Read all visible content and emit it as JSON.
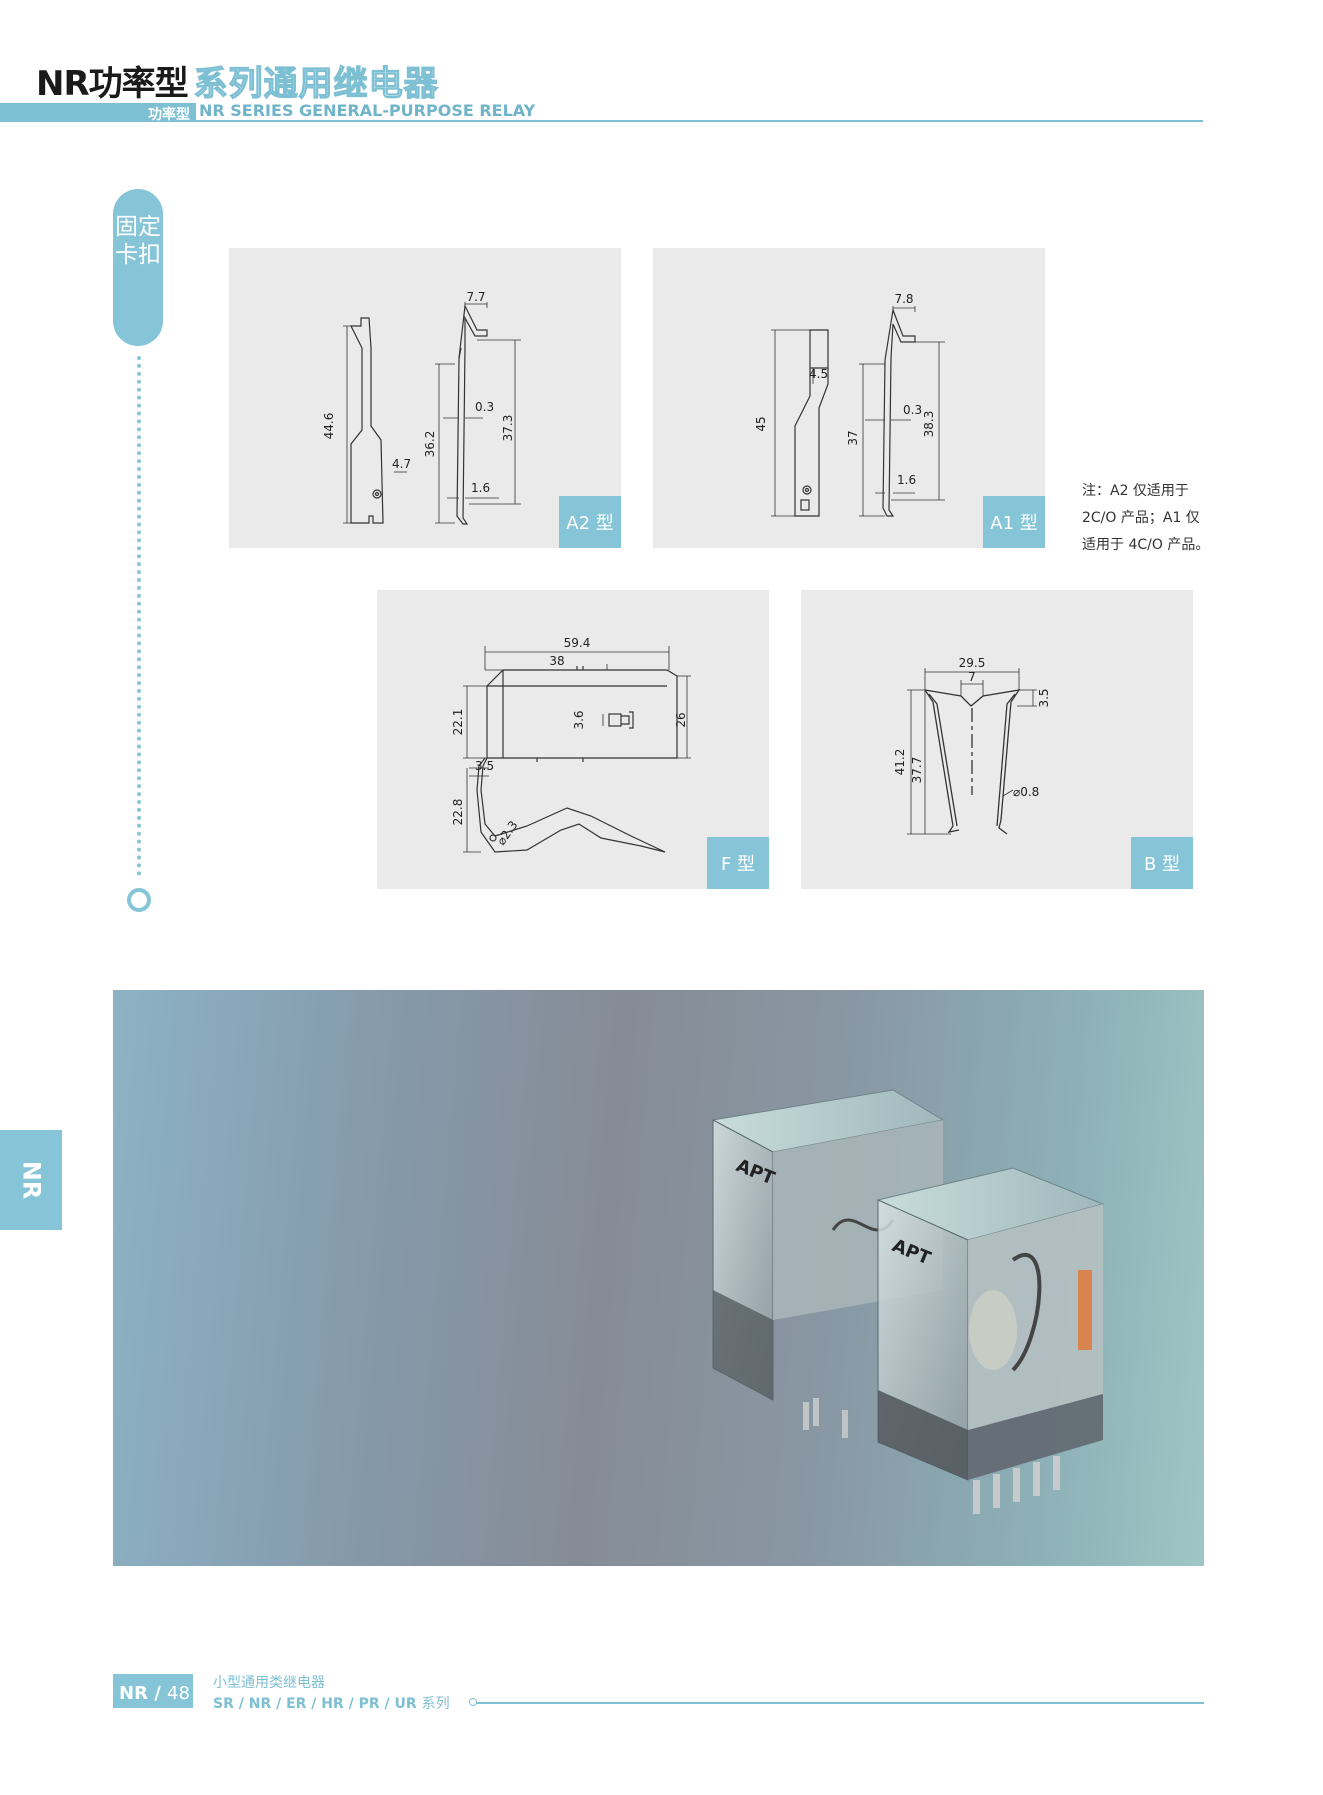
{
  "header": {
    "brand": "NR",
    "title_strong": "功率型",
    "title_light": "系列通用继电器",
    "band_label": "功率型",
    "subtitle_en": "NR SERIES GENERAL-PURPOSE RELAY"
  },
  "side": {
    "section_label": "固定卡扣",
    "tab_label": "NR"
  },
  "panels": [
    {
      "id": "a2",
      "tag": "A2 型",
      "dims": {
        "w": "7.7",
        "h_total": "44.6",
        "h_left": "36.2",
        "h_right": "37.3",
        "t": "0.3",
        "gap": "1.6",
        "notch": "4.7"
      }
    },
    {
      "id": "a1",
      "tag": "A1 型",
      "dims": {
        "w": "7.8",
        "h_total": "45",
        "h_left": "37",
        "h_right": "38.3",
        "t": "0.3",
        "gap": "1.6",
        "notch": "4.5"
      }
    },
    {
      "id": "f",
      "tag": "F 型",
      "dims": {
        "w_total": "59.4",
        "w_inner": "38",
        "h_left": "22.1",
        "h_right": "26",
        "hole": "3.6",
        "offset": "3.5",
        "h_lower": "22.8",
        "dia": "⌀2.3"
      }
    },
    {
      "id": "b",
      "tag": "B 型",
      "dims": {
        "w_top": "29.5",
        "w_mid": "7",
        "h_top": "3.5",
        "h_total": "41.2",
        "h_inner": "37.7",
        "dia": "⌀0.8"
      }
    }
  ],
  "note": "注：A2 仅适用于 2C/O 产品；A1 仅适用于 4C/O 产品。",
  "photo": {
    "brand_mark": "APT"
  },
  "footer": {
    "page_prefix": "NR /",
    "page_number": "48",
    "category": "小型通用类继电器",
    "series": "SR / NR / ER / HR / PR / UR",
    "series_suffix": "系列"
  }
}
